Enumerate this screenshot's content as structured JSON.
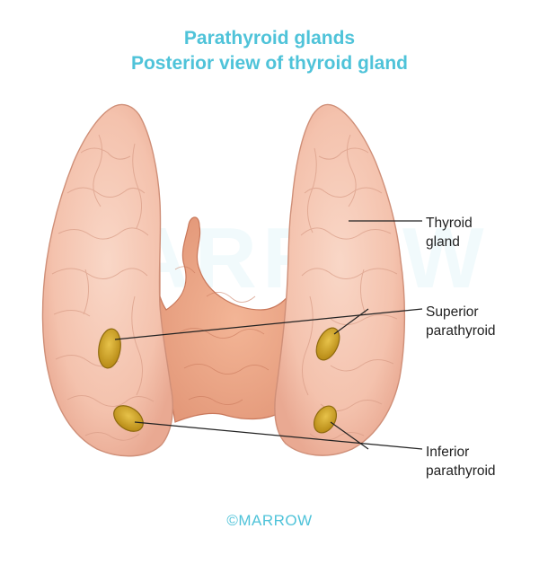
{
  "title": {
    "line1": "Parathyroid glands",
    "line2": "Posterior view of thyroid gland"
  },
  "labels": {
    "thyroid": [
      "Thyroid",
      "gland"
    ],
    "superior": [
      "Superior",
      "parathyroid"
    ],
    "inferior": [
      "Inferior",
      "parathyroid"
    ]
  },
  "watermark": "MARROW",
  "brand": "©MARROW",
  "colors": {
    "title": "#4fc3d9",
    "lobe": "#f6c9b8",
    "isthmus": "#eeab8c",
    "parathyroid": "#d4a92a"
  }
}
